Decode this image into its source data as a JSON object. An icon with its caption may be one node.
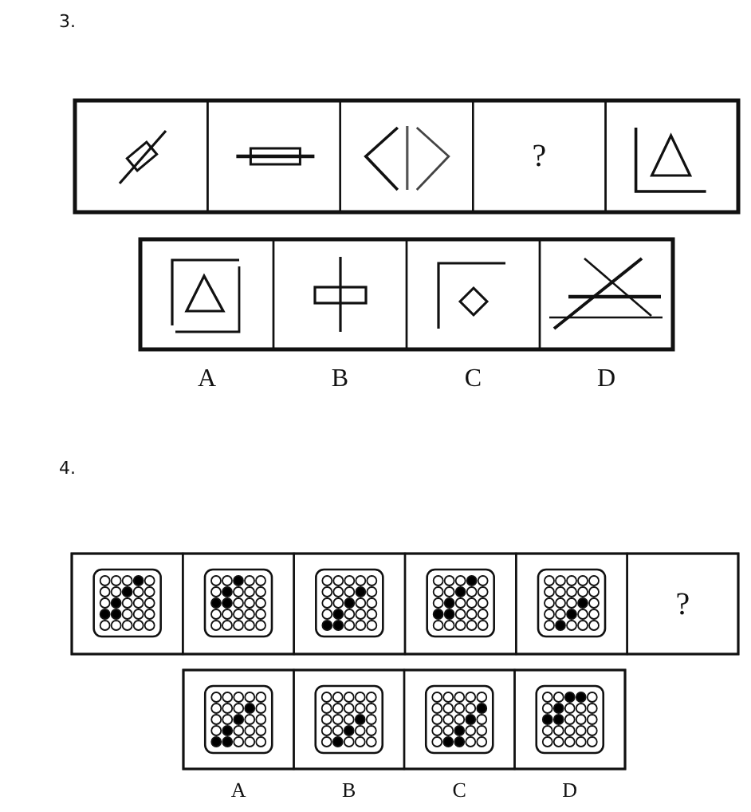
{
  "diagram": {
    "labels": [
      "3.",
      "?",
      "A",
      "B",
      "C",
      "D",
      "4.",
      "?",
      "A",
      "B",
      "C",
      "D"
    ]
  }
}
